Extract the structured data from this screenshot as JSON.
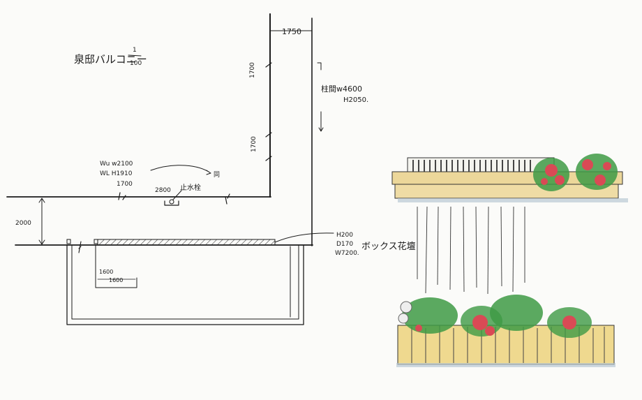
{
  "title": {
    "main": "泉邸バルコニー",
    "scale_num": "1",
    "scale_den": "100"
  },
  "dimensions": {
    "top_width": "1750",
    "vertical_a": "1700",
    "vertical_b": "1700",
    "horizontal": "1700",
    "spacing": "2000",
    "position": "2800",
    "sub_w": "1600",
    "sub_h": "1600"
  },
  "labels": {
    "faucet": "止水栓",
    "column_line1": "柱間w4600",
    "column_line2": "H2050.",
    "window_line1": "Wu w2100",
    "window_line2": "WL H1910",
    "window_target": "同",
    "planter_h": "H200",
    "planter_d": "D170",
    "planter_w": "W7200.",
    "planter_name": "ボックス花壇"
  },
  "colors": {
    "ink": "#1b1b1b",
    "wood": "#ecd79a",
    "flower": "#d94a55",
    "leaf": "#3e9a45",
    "shadow": "#b9c9d4"
  }
}
